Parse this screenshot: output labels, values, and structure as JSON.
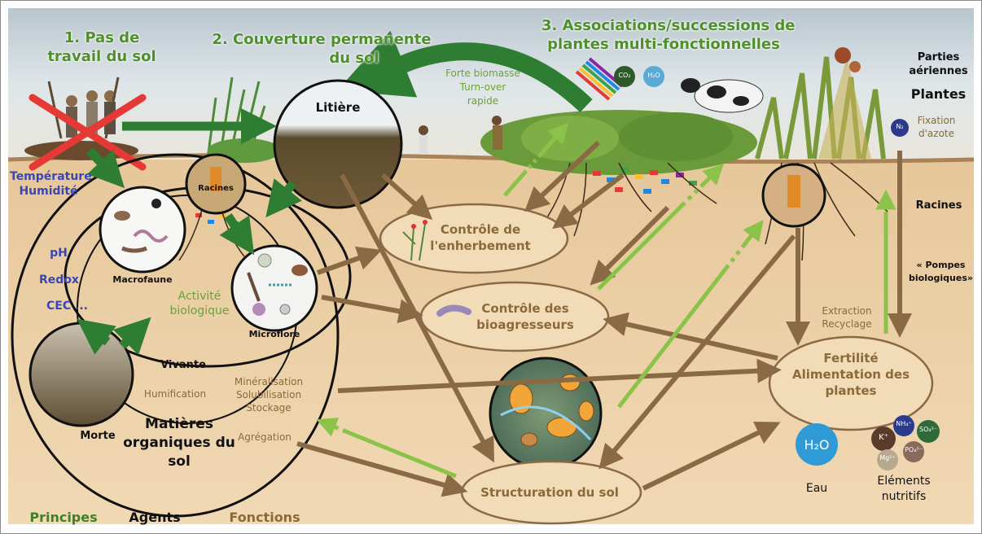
{
  "principles": {
    "p1": [
      "1. Pas de",
      "travail du sol"
    ],
    "p2": [
      "2. Couverture permanente",
      "du sol"
    ],
    "p3": [
      "3. Associations/successions de",
      "plantes multi-fonctionnelles"
    ]
  },
  "top_labels": {
    "forte_biomasse": [
      "Forte biomasse",
      "Turn-over",
      "rapide"
    ],
    "parties_aeriennes": [
      "Parties",
      "aériennes"
    ],
    "plantes": "Plantes",
    "fixation_azote": [
      "Fixation",
      "d'azote"
    ],
    "racines_right": "Racines",
    "pompes": [
      "« Pompes",
      "biologiques»"
    ],
    "extraction": [
      "Extraction",
      "Recyclage"
    ],
    "co2": "CO₂",
    "h2o_small": "H₂O",
    "n2": "N₂"
  },
  "soil_props": {
    "temperature": [
      "Température",
      "Humidité"
    ],
    "ph": "pH",
    "redox": "Redox",
    "cec": "CEC ..."
  },
  "circles": {
    "litiere": "Litière",
    "racines": "Racines",
    "macrofaune": "Macrofaune",
    "microflore": "Microflore",
    "morte": "Morte",
    "vivante": "Vivante"
  },
  "mo_labels": {
    "activite": [
      "Activité",
      "biologique"
    ],
    "humification": "Humification",
    "fonctions": [
      "Minéralisation",
      "Solubilisation",
      "Stockage"
    ],
    "agregation": "Agrégation",
    "matieres": [
      "Matières",
      "organiques du",
      "sol"
    ]
  },
  "functions": {
    "enherbement": [
      "Contrôle de",
      "l'enherbement"
    ],
    "bioagresseurs": [
      "Contrôle des",
      "bioagresseurs"
    ],
    "fertilite": [
      "Fertilité",
      "Alimentation des",
      "plantes"
    ],
    "structuration": "Structuration du sol"
  },
  "nutrients": {
    "eau": "Eau",
    "elements": [
      "Eléments",
      "nutritifs"
    ],
    "h2o_big": "H₂O",
    "ions": [
      "K⁺",
      "NH₄⁺",
      "SO₄²⁻",
      "Mg²⁺",
      "PO₄³⁻"
    ]
  },
  "legend": {
    "principes": "Principes",
    "agents": "Agents",
    "fonctions": "Fonctions"
  },
  "colors": {
    "principes": "#3f7f2a",
    "agents": "#111111",
    "fonctions": "#8b6a3a",
    "soil_props": "#3b46b3",
    "arrow_brown": "#8a6a45",
    "arrow_green_light": "#8bc34a",
    "arrow_green_dark": "#2e7d32"
  }
}
